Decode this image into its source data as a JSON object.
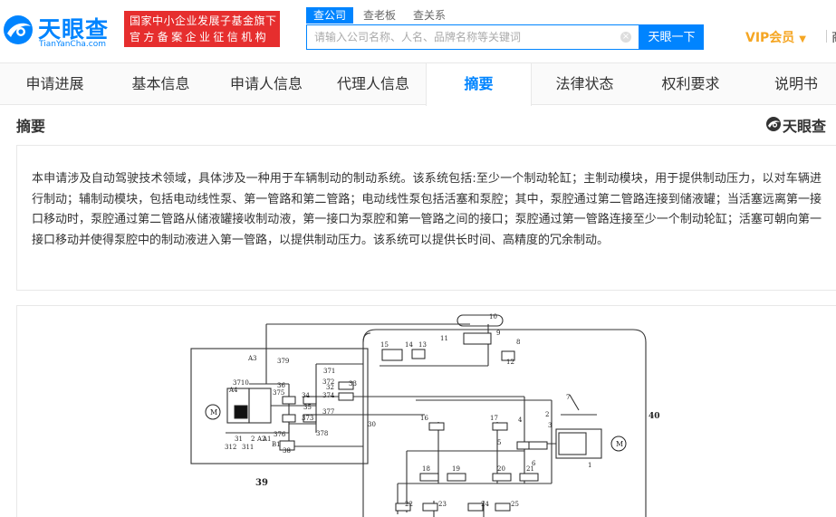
{
  "header": {
    "logo_name": "天眼查",
    "logo_domain": "TianYanCha.com",
    "fund_badge": {
      "line1": "国家中小企业发展子基金旗下",
      "line2": "官方备案企业征信机构"
    },
    "search_tabs": [
      "查公司",
      "查老板",
      "查关系"
    ],
    "search_placeholder": "请输入公司名称、人名、品牌名称等关键词",
    "clear_symbol": "×",
    "search_button": "天眼一下",
    "vip_label": "VIP会员",
    "vip_arrow": "▼",
    "more_label": "商"
  },
  "tabs": [
    "申请进展",
    "基本信息",
    "申请人信息",
    "代理人信息",
    "摘要",
    "法律状态",
    "权利要求",
    "说明书"
  ],
  "active_tab": "摘要",
  "abstract": {
    "title": "摘要",
    "watermark": "天眼查",
    "text": "本申请涉及自动驾驶技术领域，具体涉及一种用于车辆制动的制动系统。该系统包括:至少一个制动轮缸；主制动模块，用于提供制动压力，以对车辆进行制动；辅制动模块，包括电动线性泵、第一管路和第二管路；电动线性泵包括活塞和泵腔；其中，泵腔通过第二管路连接到储液罐；当活塞远离第一接口移动时，泵腔通过第二管路从储液罐接收制动液，第一接口为泵腔和第一管路之间的接口；泵腔通过第一管路连接至少一个制动轮缸；活塞可朝向第一接口移动并使得泵腔中的制动液进入第一管路，以提供制动压力。该系统可以提供长时间、高精度的冗余制动。"
  },
  "figure": {
    "labels": {
      "A3": "A3",
      "A4": "A4",
      "n3710": "3710",
      "n379": "379",
      "n375": "375",
      "n36": "36",
      "n371": "371",
      "n372": "372",
      "n32": "32",
      "n33": "33",
      "n34": "34",
      "n374": "374",
      "n35": "35",
      "n373": "373",
      "n377": "377",
      "n31": "31",
      "n312": "312",
      "n311": "311",
      "n2": "2",
      "A2": "A2",
      "A1": "A1",
      "n376": "376",
      "B1": "B1",
      "n38": "38",
      "n378": "378",
      "n30": "30",
      "n39": "39",
      "n10": "10",
      "n15": "15",
      "n14": "14",
      "n13": "13",
      "n11": "11",
      "n9": "9",
      "n8": "8",
      "n12": "12",
      "n7": "7",
      "n40": "40",
      "n16": "16",
      "n17": "17",
      "n4": "4",
      "n2b": "2",
      "n3": "3",
      "n5": "5",
      "n6": "6",
      "n1": "1",
      "n18": "18",
      "n19": "19",
      "n20": "20",
      "n21": "21",
      "n22": "22",
      "n23": "23",
      "n24": "24",
      "n25": "25",
      "M": "M"
    }
  }
}
